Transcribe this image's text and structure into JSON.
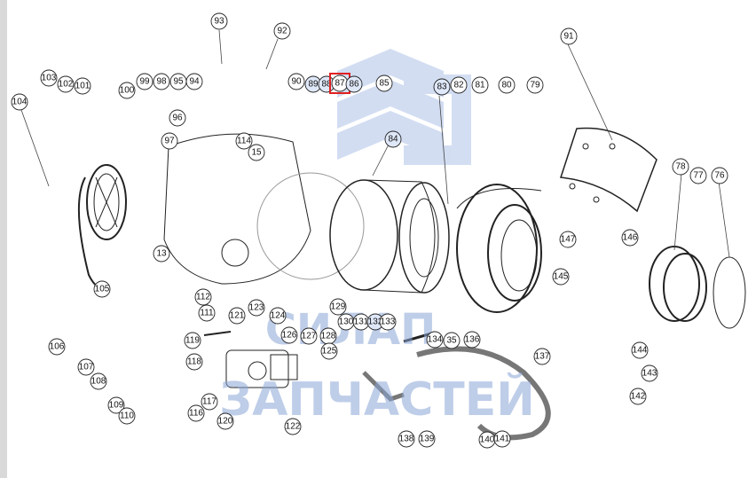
{
  "watermark": {
    "line1": "СИЛАП",
    "line2": "ЗАПЧАСТЕЙ",
    "color": "#8aa6d6"
  },
  "highlight": {
    "label": "87",
    "color": "#e02020"
  },
  "callouts": [
    {
      "label": "93"
    },
    {
      "label": "92"
    },
    {
      "label": "91"
    },
    {
      "label": "104"
    },
    {
      "label": "103"
    },
    {
      "label": "102"
    },
    {
      "label": "101"
    },
    {
      "label": "100"
    },
    {
      "label": "99"
    },
    {
      "label": "98"
    },
    {
      "label": "95"
    },
    {
      "label": "94"
    },
    {
      "label": "96"
    },
    {
      "label": "97"
    },
    {
      "label": "90"
    },
    {
      "label": "89"
    },
    {
      "label": "88"
    },
    {
      "label": "87"
    },
    {
      "label": "86"
    },
    {
      "label": "85"
    },
    {
      "label": "83"
    },
    {
      "label": "82"
    },
    {
      "label": "81"
    },
    {
      "label": "80"
    },
    {
      "label": "79"
    },
    {
      "label": "84"
    },
    {
      "label": "114"
    },
    {
      "label": "15"
    },
    {
      "label": "78"
    },
    {
      "label": "77"
    },
    {
      "label": "76"
    },
    {
      "label": "13"
    },
    {
      "label": "105"
    },
    {
      "label": "106"
    },
    {
      "label": "112"
    },
    {
      "label": "111"
    },
    {
      "label": "121"
    },
    {
      "label": "123"
    },
    {
      "label": "124"
    },
    {
      "label": "129"
    },
    {
      "label": "147"
    },
    {
      "label": "146"
    },
    {
      "label": "145"
    },
    {
      "label": "144"
    },
    {
      "label": "143"
    },
    {
      "label": "142"
    },
    {
      "label": "107"
    },
    {
      "label": "108"
    },
    {
      "label": "109"
    },
    {
      "label": "110"
    },
    {
      "label": "119"
    },
    {
      "label": "118"
    },
    {
      "label": "116"
    },
    {
      "label": "117"
    },
    {
      "label": "120"
    },
    {
      "label": "122"
    },
    {
      "label": "126"
    },
    {
      "label": "127"
    },
    {
      "label": "128"
    },
    {
      "label": "125"
    },
    {
      "label": "130"
    },
    {
      "label": "131"
    },
    {
      "label": "132"
    },
    {
      "label": "133"
    },
    {
      "label": "134"
    },
    {
      "label": "35"
    },
    {
      "label": "136"
    },
    {
      "label": "137"
    },
    {
      "label": "138"
    },
    {
      "label": "139"
    },
    {
      "label": "140"
    },
    {
      "label": "141"
    }
  ]
}
